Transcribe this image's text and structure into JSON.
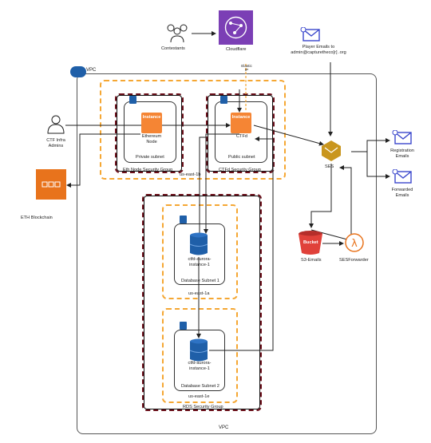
{
  "labels": {
    "vpc_tag": "VPC",
    "vpc_bottom": "VPC",
    "contestants": "Contestants",
    "cloudflare": "Cloudflare",
    "elastic_ip": "Elastic IP",
    "player_emails": "Player Emails to admin@capturetheco[r] .org",
    "ctf_infra_admins": "CTF Infra Admins",
    "eth_blockchain": "ETH Blockchain",
    "instance": "Instance",
    "ethereum_node": "Ethereum Node",
    "private_subnet": "Private subnet",
    "eth_node_sg": "Eth Node Security Group",
    "az_1b": "us-east-1b",
    "ctfd": "CTFd",
    "public_subnet": "Public subnet",
    "ctfd_sg": "CTFd Security Group",
    "ses": "SES",
    "registration_emails": "Registration Emails",
    "forwarded_emails": "Forwarded Emails",
    "bucket": "Bucket",
    "s3_emails": "S3-Emails",
    "ses_forwarder": "SESForwarder",
    "aurora_1": "ctfd-aurora-instance-1",
    "db_subnet_1": "Database Subnet 1",
    "az_1a": "us-east-1a",
    "aurora_2": "ctfd-aurora-instance-1",
    "db_subnet_2": "Database Subnet 2",
    "az_1e": "us-east-1e",
    "rds_sg": "RDS Security Group"
  },
  "colors": {
    "az_border": "#f5a733",
    "sg_border": "#6b0f1a",
    "instance": "#f58534",
    "cloudflare_bg": "#7b3fb5",
    "email_icon": "#3b48cc",
    "s3_red": "#e0413a",
    "lambda_orange": "#e8731c",
    "aurora_blue": "#1f5fa8",
    "ses_gold": "#c9961e"
  }
}
